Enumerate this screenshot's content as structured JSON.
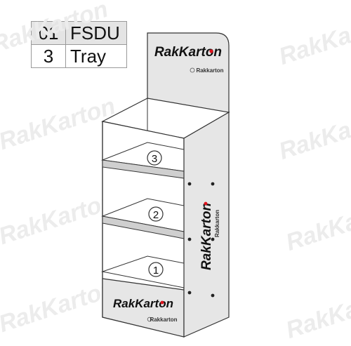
{
  "spec": {
    "rows": [
      {
        "number": "01",
        "label": "FSDU"
      },
      {
        "number": "3",
        "label": "Tray"
      }
    ]
  },
  "brand": {
    "name": "RakKarton",
    "sub": "Rakkarton",
    "dot_color": "#e0141e"
  },
  "shelves": [
    {
      "number": "3"
    },
    {
      "number": "2"
    },
    {
      "number": "1"
    }
  ],
  "colors": {
    "panel": "#e6e6e6",
    "panel_dark": "#cfcfcf",
    "outline": "#333333",
    "inside": "#ffffff"
  }
}
